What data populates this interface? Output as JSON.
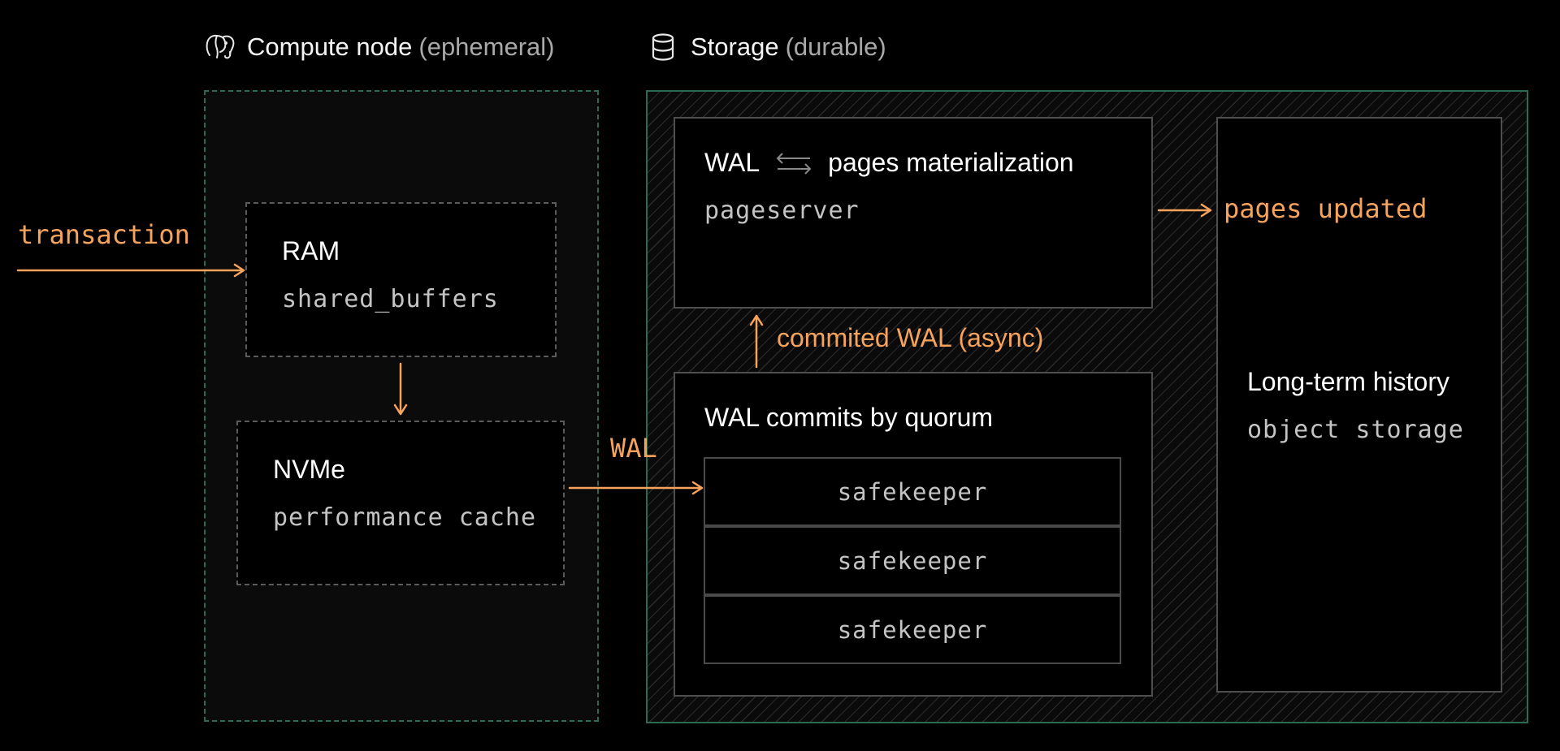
{
  "colors": {
    "accent": "#f7a35c",
    "green_border": "#2b6b52",
    "dashed_border": "#5b5b5b",
    "muted_text": "#a9a9a9"
  },
  "headers": {
    "compute": {
      "icon": "postgres-elephant-icon",
      "title": "Compute node",
      "qualifier": "(ephemeral)"
    },
    "storage": {
      "icon": "database-icon",
      "title": "Storage",
      "qualifier": "(durable)"
    }
  },
  "compute": {
    "ram": {
      "title": "RAM",
      "subtitle": "shared_buffers"
    },
    "nvme": {
      "title": "NVMe",
      "subtitle": "performance cache"
    }
  },
  "storage": {
    "pageserver": {
      "title_left": "WAL",
      "icon": "bidirectional-arrows-icon",
      "title_right": "pages materialization",
      "subtitle": "pageserver"
    },
    "quorum": {
      "title": "WAL commits by quorum",
      "safekeepers": [
        "safekeeper",
        "safekeeper",
        "safekeeper"
      ]
    },
    "history": {
      "title": "Long-term history",
      "subtitle": "object storage"
    }
  },
  "flows": {
    "transaction": "transaction",
    "wal": "WAL",
    "committed_wal": "commited WAL (async)",
    "pages_updated": "pages updated"
  }
}
